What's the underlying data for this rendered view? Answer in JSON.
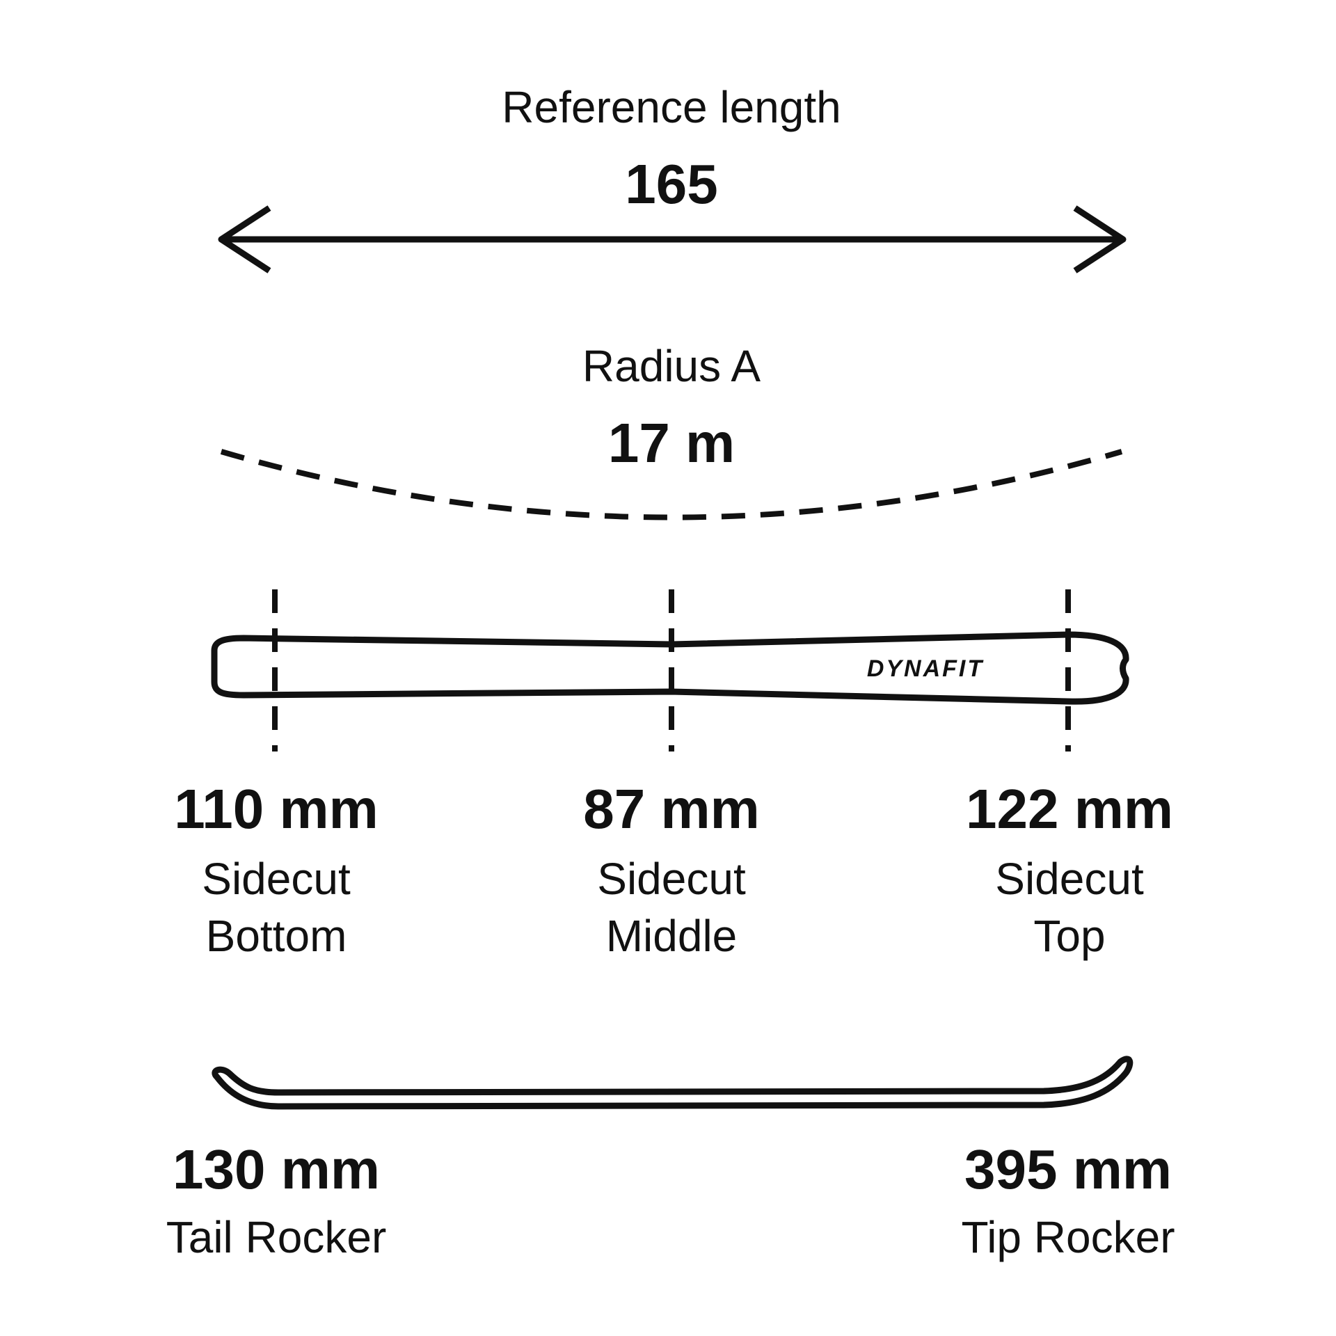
{
  "reference_length": {
    "label": "Reference length",
    "value": "165"
  },
  "radius": {
    "label": "Radius A",
    "value": "17 m"
  },
  "logo": {
    "text": "DYNAFIT"
  },
  "sidecut": [
    {
      "value": "110 mm",
      "line1": "Sidecut",
      "line2": "Bottom"
    },
    {
      "value": "87 mm",
      "line1": "Sidecut",
      "line2": "Middle"
    },
    {
      "value": "122 mm",
      "line1": "Sidecut",
      "line2": "Top"
    }
  ],
  "rocker": {
    "tail": {
      "value": "130 mm",
      "label": "Tail Rocker"
    },
    "tip": {
      "value": "395 mm",
      "label": "Tip Rocker"
    }
  }
}
